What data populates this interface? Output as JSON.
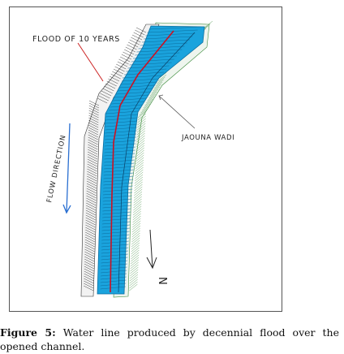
{
  "figure": {
    "labels": {
      "flood": "FLOOD OF 10 YEARS",
      "wadi": "JAOUNA WADI",
      "flow": "FLOW DIRECTION",
      "north": "N"
    }
  },
  "caption": {
    "label": "Figure 5:",
    "text": "Water line produced by decennial flood over the opened channel."
  },
  "colors": {
    "water": "#1aa3dd",
    "bank_hatch": "#3a8a3a",
    "bank_dark": "#111111",
    "centerline": "#cc1122",
    "flow_arrow": "#2a6fd1",
    "pointer": "#cc2222"
  }
}
